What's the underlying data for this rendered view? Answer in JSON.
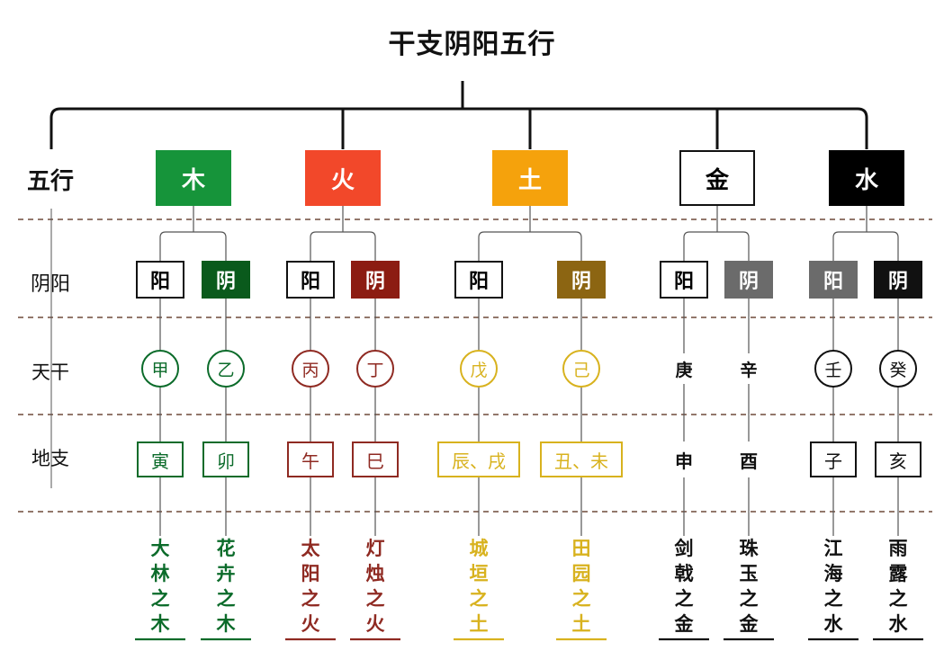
{
  "title": "干支阴阳五行",
  "row_labels": {
    "wuxing": "五行",
    "yinyang": "阴阳",
    "tiangan": "天干",
    "dizhi": "地支"
  },
  "elements": [
    {
      "key": "wood",
      "label": "木",
      "fill": "#16943a",
      "text_color": "#ffffff",
      "border": "#16943a",
      "yang": {
        "label": "阳",
        "fill": "#ffffff",
        "text": "#000000",
        "border": "#111111"
      },
      "yin": {
        "label": "阴",
        "fill": "#0a5a1c",
        "text": "#ffffff",
        "border": "#0a5a1c"
      },
      "accent": "#0b6b2a",
      "stems": [
        {
          "char": "甲",
          "circled": true
        },
        {
          "char": "乙",
          "circled": true
        }
      ],
      "branches": [
        "寅",
        "卯"
      ],
      "branches_boxed": true,
      "nayin": [
        "大林之木",
        "花卉之木"
      ]
    },
    {
      "key": "fire",
      "label": "火",
      "fill": "#f2482a",
      "text_color": "#ffffff",
      "border": "#f2482a",
      "yang": {
        "label": "阳",
        "fill": "#ffffff",
        "text": "#000000",
        "border": "#111111"
      },
      "yin": {
        "label": "阴",
        "fill": "#8c1c12",
        "text": "#ffffff",
        "border": "#8c1c12"
      },
      "accent": "#8f2a22",
      "stems": [
        {
          "char": "丙",
          "circled": true
        },
        {
          "char": "丁",
          "circled": true
        }
      ],
      "branches": [
        "午",
        "巳"
      ],
      "branches_boxed": true,
      "nayin": [
        "太阳之火",
        "灯烛之火"
      ]
    },
    {
      "key": "earth",
      "label": "土",
      "fill": "#f5a20c",
      "text_color": "#ffffff",
      "border": "#f5a20c",
      "yang": {
        "label": "阳",
        "fill": "#ffffff",
        "text": "#000000",
        "border": "#111111"
      },
      "yin": {
        "label": "阴",
        "fill": "#8c6512",
        "text": "#ffffff",
        "border": "#8c6512"
      },
      "accent": "#d8b21e",
      "stems": [
        {
          "char": "戊",
          "circled": true
        },
        {
          "char": "己",
          "circled": true
        }
      ],
      "branches": [
        "辰、戌",
        "丑、未"
      ],
      "branches_boxed": true,
      "nayin": [
        "城垣之土",
        "田园之土"
      ]
    },
    {
      "key": "metal",
      "label": "金",
      "fill": "#ffffff",
      "text_color": "#000000",
      "border": "#111111",
      "yang": {
        "label": "阳",
        "fill": "#ffffff",
        "text": "#000000",
        "border": "#111111"
      },
      "yin": {
        "label": "阴",
        "fill": "#6b6b6b",
        "text": "#ffffff",
        "border": "#6b6b6b"
      },
      "accent": "#111111",
      "stems": [
        {
          "char": "庚",
          "circled": false
        },
        {
          "char": "辛",
          "circled": false
        }
      ],
      "branches": [
        "申",
        "酉"
      ],
      "branches_boxed": false,
      "nayin": [
        "剑戟之金",
        "珠玉之金"
      ]
    },
    {
      "key": "water",
      "label": "水",
      "fill": "#000000",
      "text_color": "#ffffff",
      "border": "#000000",
      "yang": {
        "label": "阳",
        "fill": "#6b6b6b",
        "text": "#ffffff",
        "border": "#6b6b6b"
      },
      "yin": {
        "label": "阴",
        "fill": "#111111",
        "text": "#ffffff",
        "border": "#111111"
      },
      "accent": "#111111",
      "stems": [
        {
          "char": "壬",
          "circled": true
        },
        {
          "char": "癸",
          "circled": true
        }
      ],
      "branches": [
        "子",
        "亥"
      ],
      "branches_boxed": true,
      "nayin": [
        "江海之水",
        "雨露之水"
      ]
    }
  ]
}
